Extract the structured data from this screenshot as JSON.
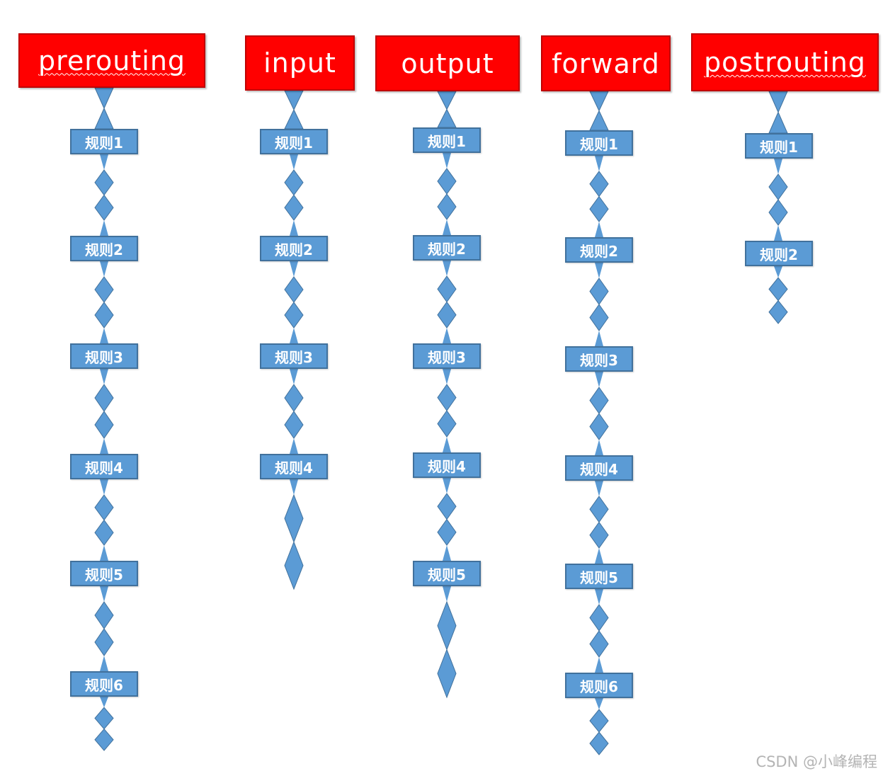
{
  "colors": {
    "chain_fill": "#ff0000",
    "rule_fill": "#5b9bd5",
    "rule_border": "#41719c",
    "text": "#ffffff"
  },
  "chains": [
    {
      "name": "prerouting",
      "rules": [
        "规则1",
        "规则2",
        "规则3",
        "规则4",
        "规则5",
        "规则6"
      ]
    },
    {
      "name": "input",
      "rules": [
        "规则1",
        "规则2",
        "规则3",
        "规则4"
      ]
    },
    {
      "name": "output",
      "rules": [
        "规则1",
        "规则2",
        "规则3",
        "规则4",
        "规则5"
      ]
    },
    {
      "name": "forward",
      "rules": [
        "规则1",
        "规则2",
        "规则3",
        "规则4",
        "规则5",
        "规则6"
      ]
    },
    {
      "name": "postrouting",
      "rules": [
        "规则1",
        "规则2"
      ]
    }
  ],
  "watermark": "CSDN @小峰编程"
}
